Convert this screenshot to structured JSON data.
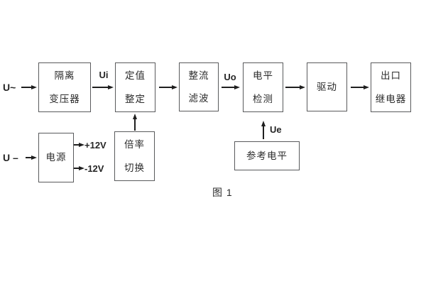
{
  "diagram": {
    "caption": "图 1",
    "inputs": {
      "ac": "U~",
      "dc": "U –"
    },
    "signals": {
      "ui": "Ui",
      "uo": "Uo",
      "ue": "Ue",
      "plus12": "+12V",
      "minus12": "-12V"
    },
    "blocks": {
      "isolation_transformer": {
        "line1": "隔离",
        "line2": "变压器"
      },
      "setpoint_adjust": {
        "line1": "定值",
        "line2": "整定"
      },
      "rectifier_filter": {
        "line1": "整流",
        "line2": "滤波"
      },
      "level_detect": {
        "line1": "电平",
        "line2": "检测"
      },
      "drive": {
        "line1": "驱动"
      },
      "output_relay": {
        "line1": "出口",
        "line2": "继电器"
      },
      "power_supply": {
        "line1": "电源"
      },
      "ratio_switch": {
        "line1": "倍率",
        "line2": "切换"
      },
      "reference_level": {
        "line1": "参考电平"
      }
    },
    "colors": {
      "background": "#ffffff",
      "box_border": "#595a5c",
      "text": "#2b2b2b",
      "arrow": "#1f1f1f"
    }
  }
}
